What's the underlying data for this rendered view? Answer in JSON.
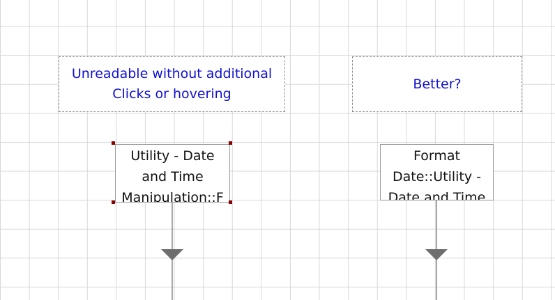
{
  "notes": {
    "left": {
      "line1": "Unreadable without additional",
      "line2": "Clicks or hovering"
    },
    "right": {
      "line1": "Better?"
    }
  },
  "steps": {
    "left": {
      "lines": [
        "Utility - Date",
        "and Time",
        "Manipulation::F"
      ],
      "selected": true
    },
    "right": {
      "lines": [
        "Format",
        "Date::Utility -",
        "Date and Time"
      ],
      "selected": false
    }
  },
  "colors": {
    "note_text": "#1010d0",
    "selection_handle": "#8b0000",
    "connector": "#6e6e6e",
    "grid": "#d8d8d8"
  }
}
